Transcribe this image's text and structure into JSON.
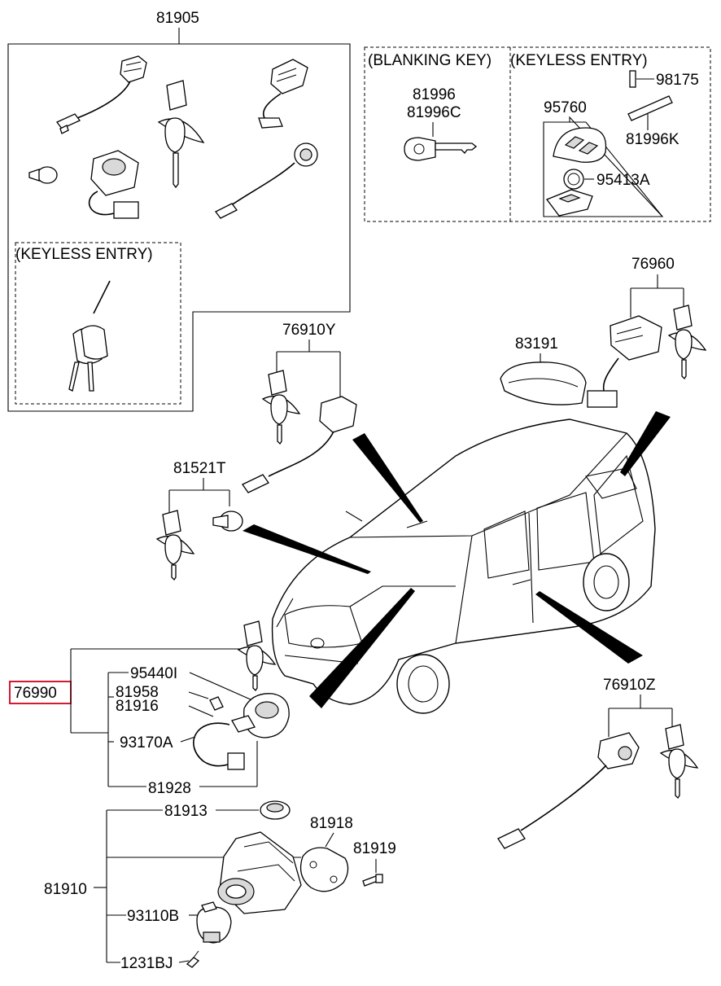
{
  "labels": {
    "l81905": "81905",
    "keyless_entry_left": "(KEYLESS ENTRY)",
    "blanking_key": "(BLANKING KEY)",
    "keyless_entry_right": "(KEYLESS ENTRY)",
    "l81996": "81996",
    "l81996C": "81996C",
    "l95760": "95760",
    "l98175": "98175",
    "l81996K": "81996K",
    "l95413A": "95413A",
    "l76960": "76960",
    "l83191": "83191",
    "l76910Y": "76910Y",
    "l81521T": "81521T",
    "l76990": "76990",
    "l95440I": "95440I",
    "l81958": "81958",
    "l81916": "81916",
    "l93170A": "93170A",
    "l81928": "81928",
    "l76910Z": "76910Z",
    "l81913": "81913",
    "l81918": "81918",
    "l81919": "81919",
    "l81910": "81910",
    "l93110B": "93110B",
    "l1231BJ": "1231BJ"
  },
  "colors": {
    "highlight": "#d0021b",
    "line": "#000000",
    "background": "#ffffff"
  }
}
